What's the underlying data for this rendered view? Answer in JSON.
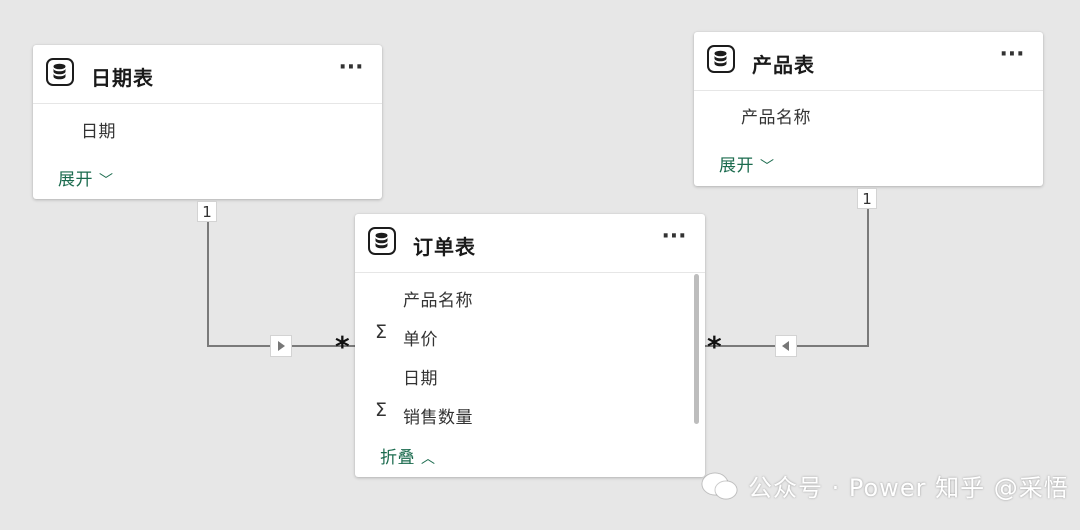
{
  "tables": {
    "date": {
      "title": "日期表",
      "fields": [
        "日期"
      ],
      "toggle_label": "展开"
    },
    "product": {
      "title": "产品表",
      "fields": [
        "产品名称"
      ],
      "toggle_label": "展开"
    },
    "order": {
      "title": "订单表",
      "fields": [
        {
          "name": "产品名称",
          "icon": ""
        },
        {
          "name": "单价",
          "icon": "Σ"
        },
        {
          "name": "日期",
          "icon": ""
        },
        {
          "name": "销售数量",
          "icon": "Σ"
        }
      ],
      "toggle_label": "折叠"
    }
  },
  "more_label": "···",
  "relationships": {
    "one_label": "1",
    "many_label": "*"
  },
  "watermark": "公众号 · Power  知乎 @采悟",
  "colors": {
    "accent": "#1b6b4e",
    "background": "#e7e7e7"
  }
}
